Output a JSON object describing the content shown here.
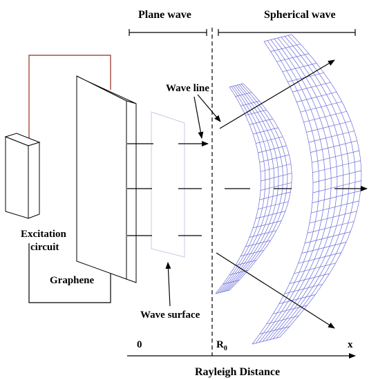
{
  "labels": {
    "plane_wave": "Plane wave",
    "spherical_wave": "Spherical wave",
    "wave_line": "Wave line",
    "excitation_line1": "Excitation",
    "excitation_line2": "circuit",
    "graphene": "Graphene",
    "wave_surface": "Wave surface",
    "origin": "0",
    "r0_main": "R",
    "r0_sub": "0",
    "x_axis": "x",
    "rayleigh": "Rayleigh Distance"
  },
  "colors": {
    "line": "#000000",
    "mesh": "#6a6ad8",
    "circuit_wire": "#9a2a1a"
  }
}
